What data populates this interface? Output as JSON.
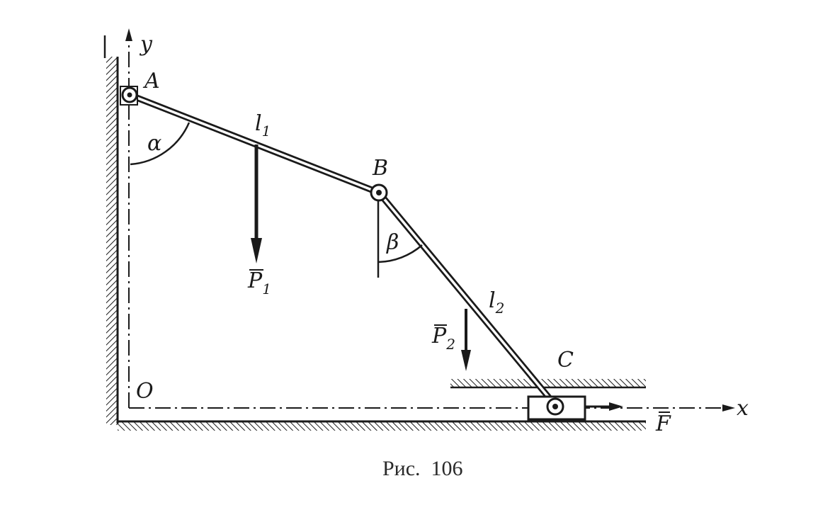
{
  "caption": "Рис.  106",
  "axes": {
    "x_label": "x",
    "y_label": "y",
    "origin_label": "O"
  },
  "points": {
    "A": "A",
    "B": "B",
    "C": "C"
  },
  "rods": {
    "l1": {
      "letter": "l",
      "index": "1"
    },
    "l2": {
      "letter": "l",
      "index": "2"
    }
  },
  "angles": {
    "alpha": "α",
    "beta": "β"
  },
  "forces": {
    "P1": {
      "letter": "P",
      "index": "1"
    },
    "P2": {
      "letter": "P",
      "index": "2"
    },
    "F": {
      "letter": "F"
    }
  },
  "colors": {
    "ink": "#1a1a1a",
    "paper": "#ffffff"
  }
}
